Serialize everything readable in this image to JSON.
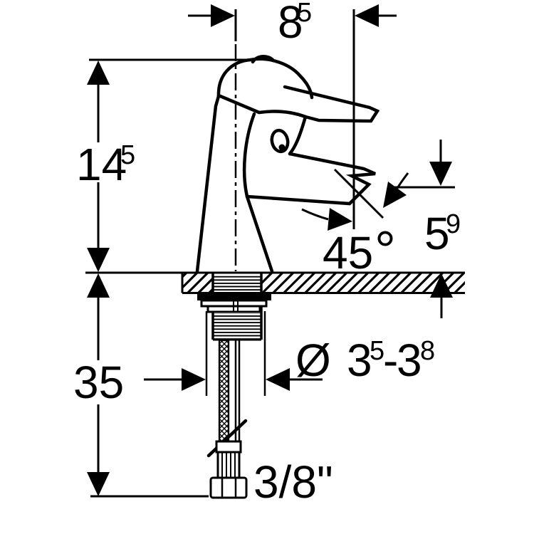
{
  "colors": {
    "line": "#000000",
    "background": "#ffffff"
  },
  "dimensions": {
    "spout_reach": {
      "value": "8",
      "sup": "5"
    },
    "total_height": {
      "value": "14",
      "sup": "5"
    },
    "length_below_deck": {
      "value": "35"
    },
    "hole_diameter": {
      "symbol": "Ø",
      "min": "3",
      "min_sup": "5",
      "separator": "-",
      "max": "3",
      "max_sup": "8"
    },
    "spout_angle": {
      "value": "45",
      "unit": "°"
    },
    "outlet_height": {
      "value": "5",
      "sup": "9"
    },
    "hose_connection": {
      "value": "3/8\""
    }
  }
}
